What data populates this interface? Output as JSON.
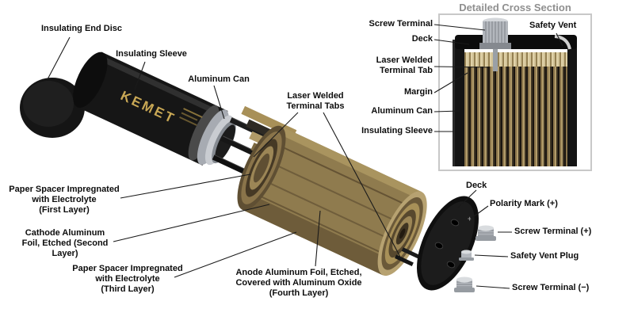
{
  "diagram": {
    "can_brand": "KEMET",
    "polarity_symbol": "+",
    "labels": {
      "insulating_end_disc": "Insulating End Disc",
      "insulating_sleeve": "Insulating Sleeve",
      "aluminum_can": "Aluminum Can",
      "laser_welded_terminal_tabs": "Laser Welded\nTerminal Tabs",
      "paper_spacer_first_layer": "Paper Spacer Impregnated\nwith Electrolyte\n(First Layer)",
      "cathode_foil_second_layer": "Cathode Aluminum\nFoil, Etched (Second\nLayer)",
      "paper_spacer_third_layer": "Paper Spacer Impregnated\nwith Electrolyte\n(Third Layer)",
      "anode_foil_fourth_layer": "Anode Aluminum Foil, Etched,\nCovered with Aluminum Oxide\n(Fourth Layer)",
      "deck": "Deck",
      "polarity_mark": "Polarity Mark (+)",
      "screw_terminal_positive": "Screw Terminal (+)",
      "safety_vent_plug": "Safety Vent Plug",
      "screw_terminal_negative": "Screw Terminal (−)"
    }
  },
  "inset": {
    "title": "Detailed Cross Section",
    "labels": {
      "screw_terminal": "Screw Terminal",
      "deck": "Deck",
      "laser_welded_terminal_tab": "Laser Welded\nTerminal Tab",
      "margin": "Margin",
      "aluminum_can": "Aluminum Can",
      "insulating_sleeve": "Insulating Sleeve",
      "safety_vent": "Safety Vent"
    }
  },
  "colors": {
    "foil_brown": "#8f7b4e",
    "can_black": "#161616",
    "terminal_silver": "#b3b7bd",
    "accent_gold": "#c9a855"
  }
}
